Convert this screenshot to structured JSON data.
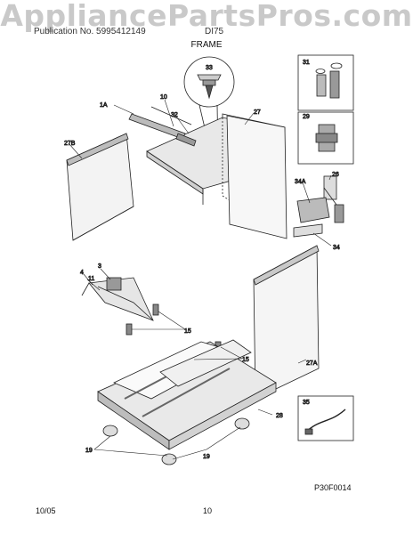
{
  "watermark": "AppliancePartsPros.com",
  "header": {
    "left": "Publication No. 5995412149",
    "model": "DI75",
    "title": "FRAME"
  },
  "footer": {
    "date": "10/05",
    "page": "10",
    "figure_ref": "P30F0014"
  },
  "parts": {
    "p33": "33",
    "p10": "10",
    "p1a": "1A",
    "p32": "32",
    "p27": "27",
    "p27b": "27B",
    "p31": "31",
    "p29": "29",
    "p26": "26",
    "p34a": "34A",
    "p34": "34",
    "p4": "4",
    "p3": "3",
    "p11": "11",
    "p15a": "15",
    "p15b": "15",
    "p27a": "27A",
    "p28": "28",
    "p35": "35",
    "p19a": "19",
    "p19b": "19"
  }
}
